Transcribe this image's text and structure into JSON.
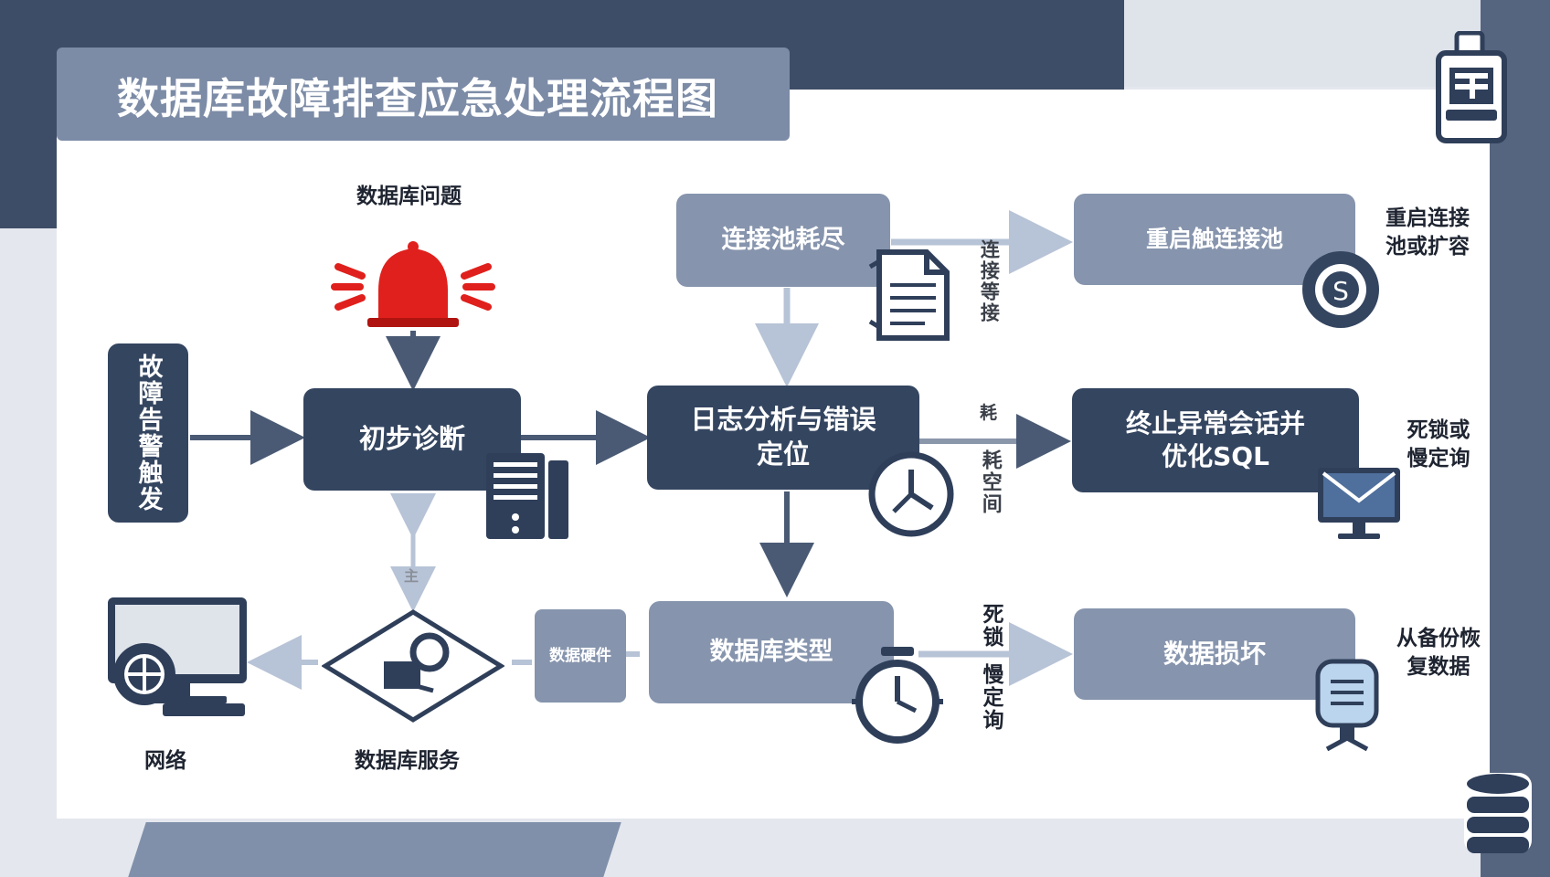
{
  "title": "数据库故障排查应急处理流程图",
  "colors": {
    "dark_node": "#344560",
    "light_node": "#8694ad",
    "alarm_red": "#e0201c",
    "arrow_dark": "#4a5a74",
    "arrow_light": "#b7c3d6"
  },
  "nodes": {
    "alert": "故障告警触发",
    "diagnosis": "初步诊断",
    "log_analysis": "日志分析与错误定位",
    "pool_exhausted": "连接池耗尽",
    "restart_pool": "重启触连接池",
    "terminate_session": "终止异常会话并优化SQL",
    "db_type": "数据库类型",
    "hw_fault": "数据硬件",
    "data_corruption": "数据损坏"
  },
  "labels": {
    "db_issue": "数据库问题",
    "network": "网络",
    "db_service": "数据库服务",
    "restart_or_expand": "重启连接池或扩容",
    "deadlock_or_slow": "死锁或慢定询",
    "restore_backup": "从备份恢复数据",
    "conn_wait": "连接等接",
    "consume": "耗",
    "consume_space": "耗空间",
    "deadlock": "死锁",
    "slow_query": "慢定询",
    "small_mark": "主"
  },
  "icons": [
    "alarm-bell-icon",
    "server-tower-icon",
    "document-icon",
    "clock-icon",
    "stopwatch-icon",
    "gear-timer-icon",
    "envelope-monitor-icon",
    "monitor-globe-icon",
    "magnifier-diamond-icon",
    "backup-robot-icon",
    "clipboard-device-icon",
    "database-icon"
  ]
}
